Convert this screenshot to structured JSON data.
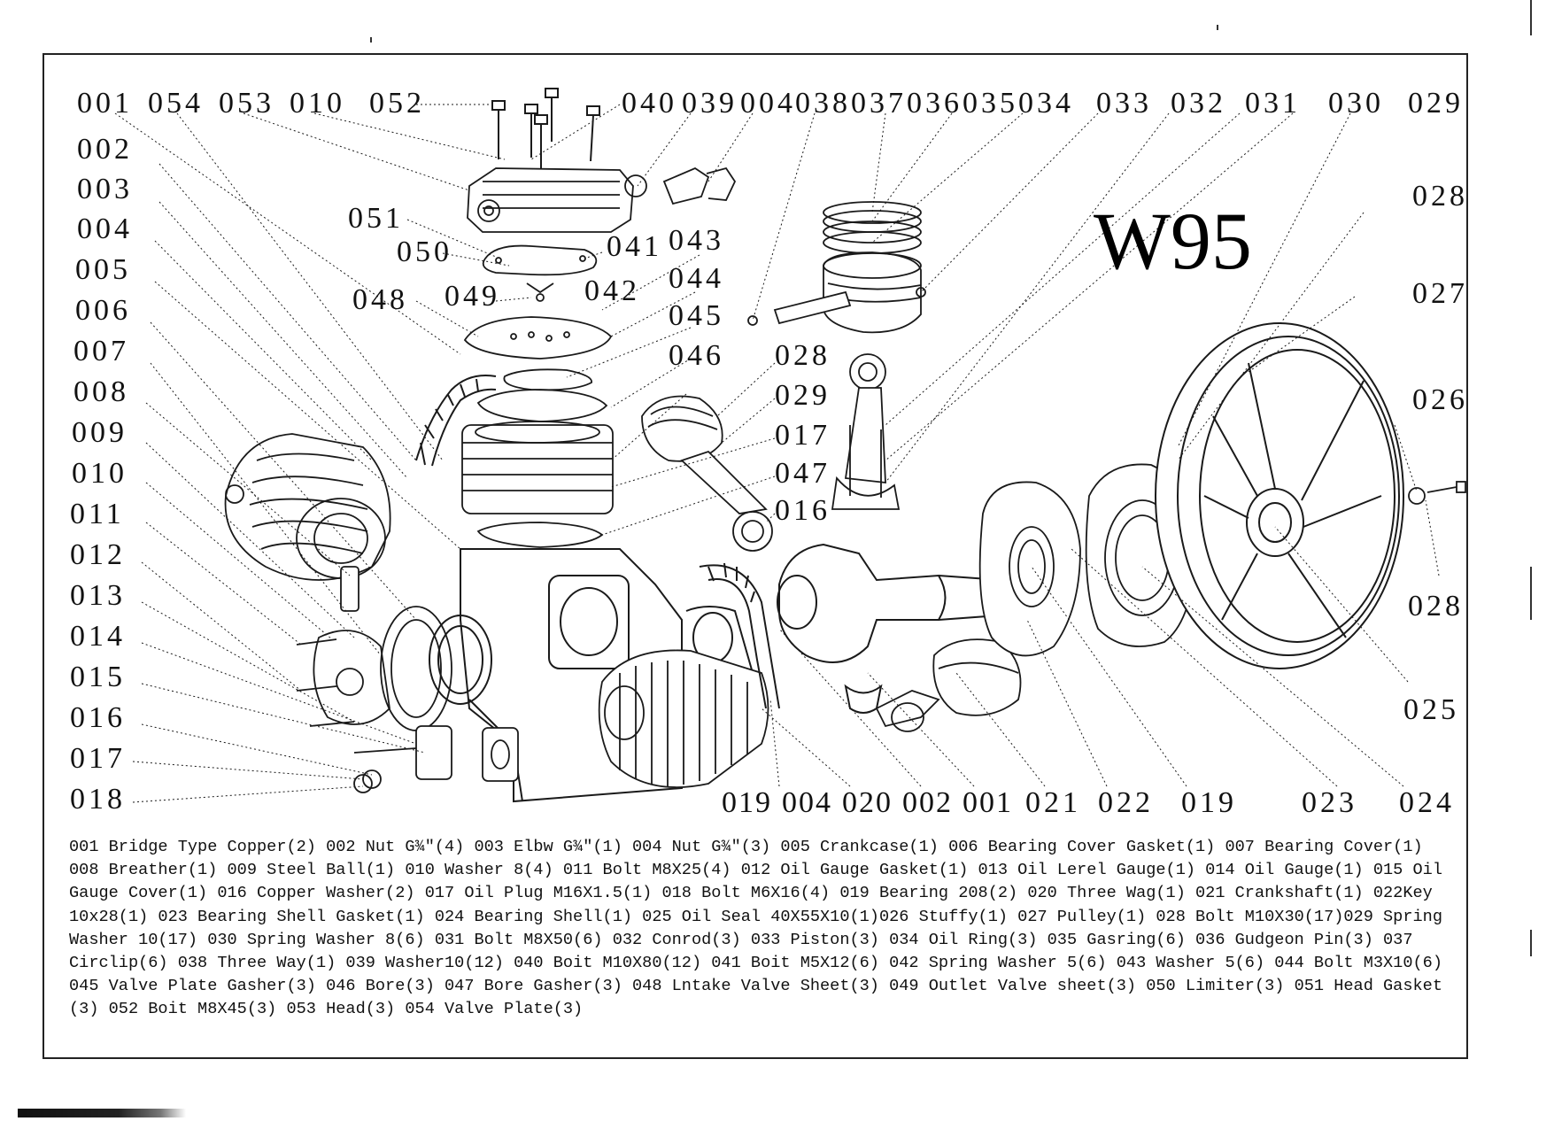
{
  "model": "W95",
  "callouts": {
    "top": [
      "001",
      "054",
      "053",
      "010",
      "052",
      "040",
      "039",
      "004",
      "038",
      "037",
      "036",
      "035",
      "034",
      "033",
      "032",
      "031",
      "030",
      "029"
    ],
    "left": [
      "002",
      "003",
      "004",
      "005",
      "006",
      "007",
      "008",
      "009",
      "010",
      "011",
      "012",
      "013",
      "014",
      "015",
      "016",
      "017",
      "018"
    ],
    "bottom": [
      "019",
      "004",
      "020",
      "002",
      "001",
      "021",
      "022",
      "019",
      "023",
      "024"
    ],
    "right": [
      "028",
      "027",
      "026",
      "028",
      "025"
    ],
    "center": [
      "051",
      "050",
      "041",
      "043",
      "042",
      "044",
      "048",
      "049",
      "045",
      "046",
      "028",
      "029",
      "017",
      "047",
      "016"
    ]
  },
  "legend": "001 Bridge Type Copper(2) 002 Nut G¾\"(4) 003 Elbw G¾\"(1) 004 Nut G¾\"(3) 005 Crankcase(1) 006 Bearing Cover Gasket(1) 007 Bearing Cover(1) 008 Breather(1) 009 Steel Ball(1) 010 Washer 8(4) 011 Bolt M8X25(4) 012 Oil Gauge Gasket(1) 013 Oil Lerel Gauge(1) 014 Oil Gauge(1) 015 Oil Gauge Cover(1) 016 Copper Washer(2) 017 Oil Plug M16X1.5(1) 018 Bolt M6X16(4) 019 Bearing 208(2) 020 Three Wag(1) 021 Crankshaft(1) 022Key 10x28(1) 023 Bearing Shell Gasket(1) 024 Bearing Shell(1) 025 Oil Seal 40X55X10(1)026 Stuffy(1) 027 Pulley(1) 028 Bolt M10X30(17)029 Spring Washer 10(17) 030 Spring Washer 8(6) 031 Bolt M8X50(6) 032 Conrod(3) 033 Piston(3) 034 Oil Ring(3) 035 Gasring(6) 036 Gudgeon Pin(3) 037 Circlip(6) 038 Three Way(1) 039 Washer10(12) 040 Boit M10X80(12) 041 Boit M5X12(6) 042 Spring Washer 5(6) 043 Washer 5(6) 044 Bolt M3X10(6) 045 Valve Plate Gasher(3) 046 Bore(3) 047 Bore Gasher(3) 048 Lntake Valve Sheet(3) 049 Outlet Valve sheet(3) 050 Limiter(3) 051 Head Gasket (3) 052 Boit M8X45(3) 053 Head(3) 054 Valve Plate(3)"
}
